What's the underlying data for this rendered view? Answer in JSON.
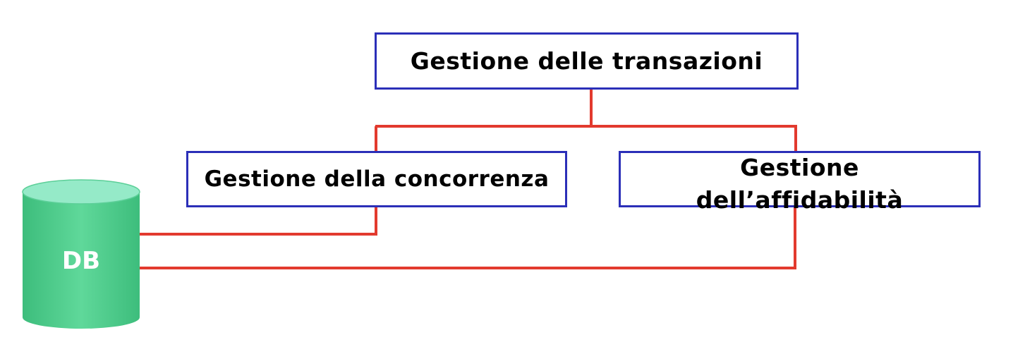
{
  "diagram": {
    "root": {
      "label": "Gestione delle transazioni"
    },
    "children": [
      {
        "label": "Gestione della concorrenza"
      },
      {
        "label_line1": "Gestione",
        "label_line2": "dell’affidabilità"
      }
    ],
    "database": {
      "label": "DB"
    }
  },
  "colors": {
    "box_border": "#2b2fb8",
    "connector": "#e23a2e",
    "db_fill_top": "#8fe8c2",
    "db_fill_body": "#4fcf8e",
    "text": "#000000",
    "db_text": "#ffffff"
  }
}
